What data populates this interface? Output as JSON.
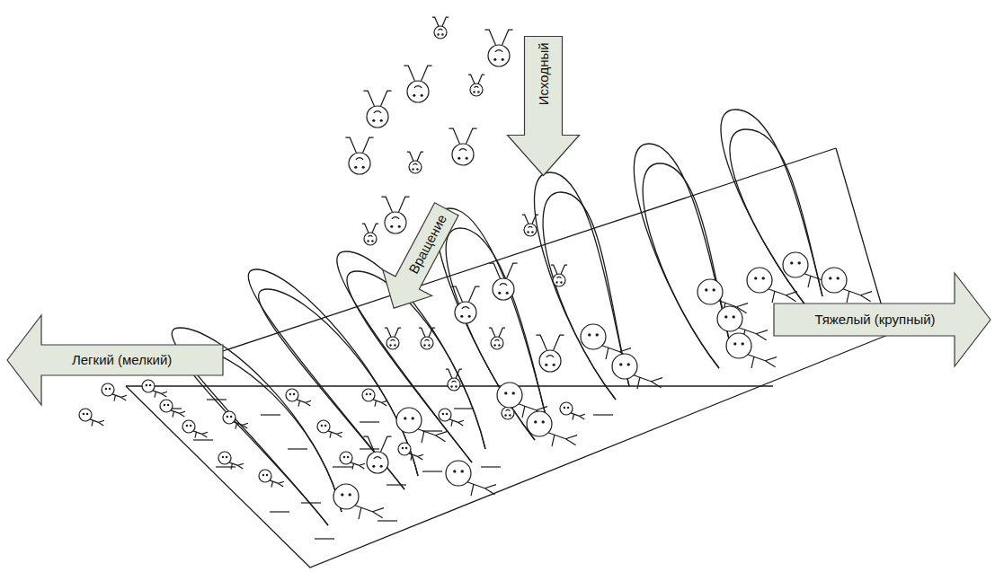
{
  "diagram": {
    "nodes": [
      {
        "text": [
          "Исходный"
        ]
      },
      {
        "text": [
          "Вращение"
        ]
      },
      {
        "text": [
          "Легкий (мелкий)"
        ]
      },
      {
        "text": [
          "Тяжелый (крупный)"
        ]
      }
    ]
  }
}
